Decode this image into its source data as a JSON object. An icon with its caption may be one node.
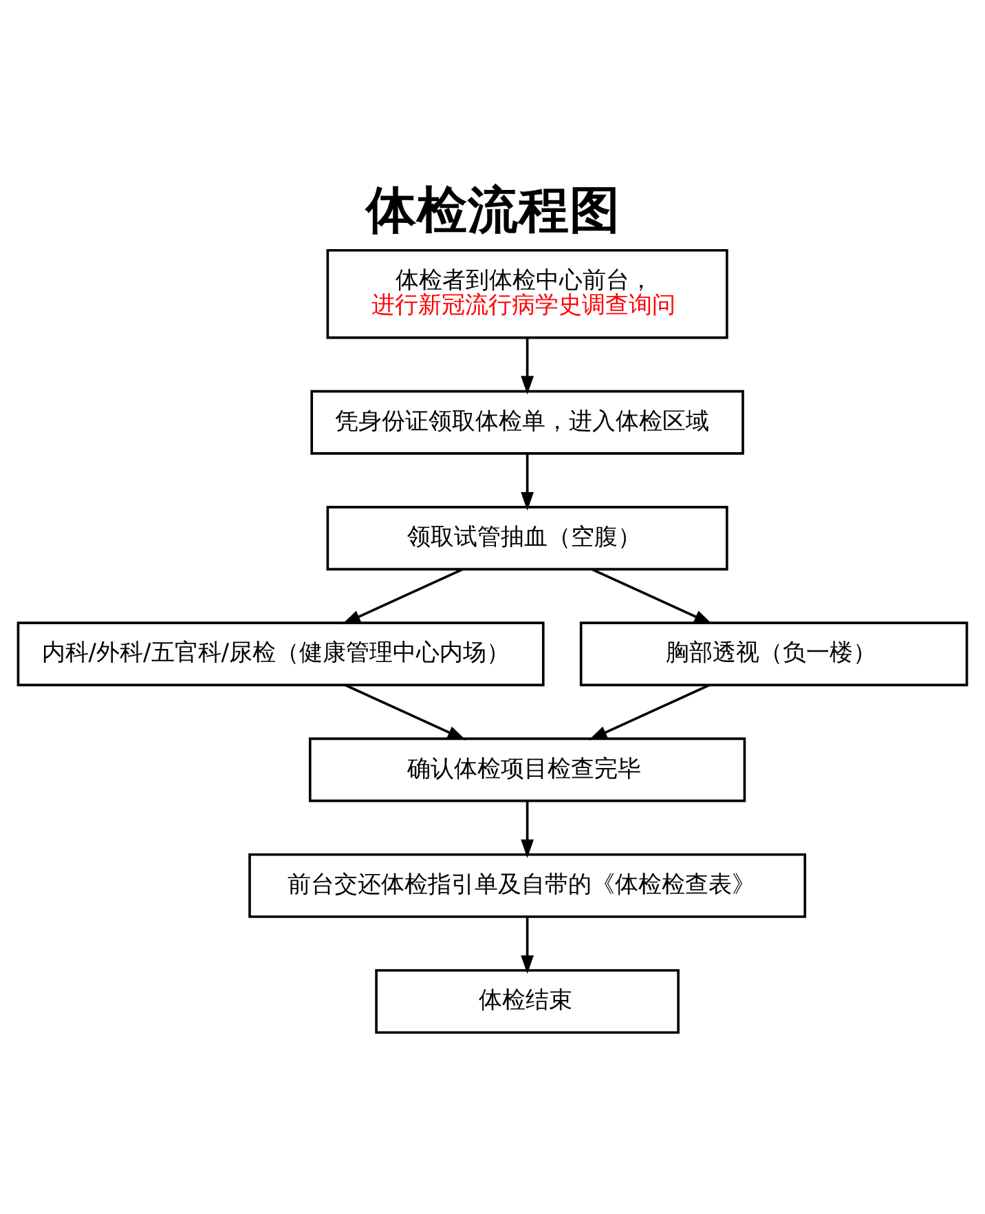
{
  "diagram": {
    "title": "体检流程图",
    "nodes": [
      {
        "text": [
          "体检者到体检中心前台，",
          "进行新冠流行病学史调查询问"
        ]
      },
      {
        "text": [
          "凭身份证领取体检单，进入体检区域"
        ]
      },
      {
        "text": [
          "领取试管抽血（空腹）"
        ]
      },
      {
        "text": [
          "内科/外科/五官科/尿检（健康管理中心内场）"
        ]
      },
      {
        "text": [
          "胸部透视（负一楼）"
        ]
      },
      {
        "text": [
          "确认体检项目检查完毕"
        ]
      },
      {
        "text": [
          "前台交还体检指引单及自带的《体检检查表》"
        ]
      },
      {
        "text": [
          "体检结束"
        ]
      }
    ],
    "edges": [
      {
        "from": 0,
        "to": 1,
        "arrow": "to"
      },
      {
        "from": 1,
        "to": 2,
        "arrow": "to"
      },
      {
        "from": 2,
        "to": 3,
        "arrow": "to"
      },
      {
        "from": 2,
        "to": 4,
        "arrow": "to"
      },
      {
        "from": 3,
        "to": 5,
        "arrow": "to"
      },
      {
        "from": 4,
        "to": 5,
        "arrow": "to"
      },
      {
        "from": 5,
        "to": 6,
        "arrow": "to"
      },
      {
        "from": 6,
        "to": 7,
        "arrow": "to"
      }
    ]
  }
}
